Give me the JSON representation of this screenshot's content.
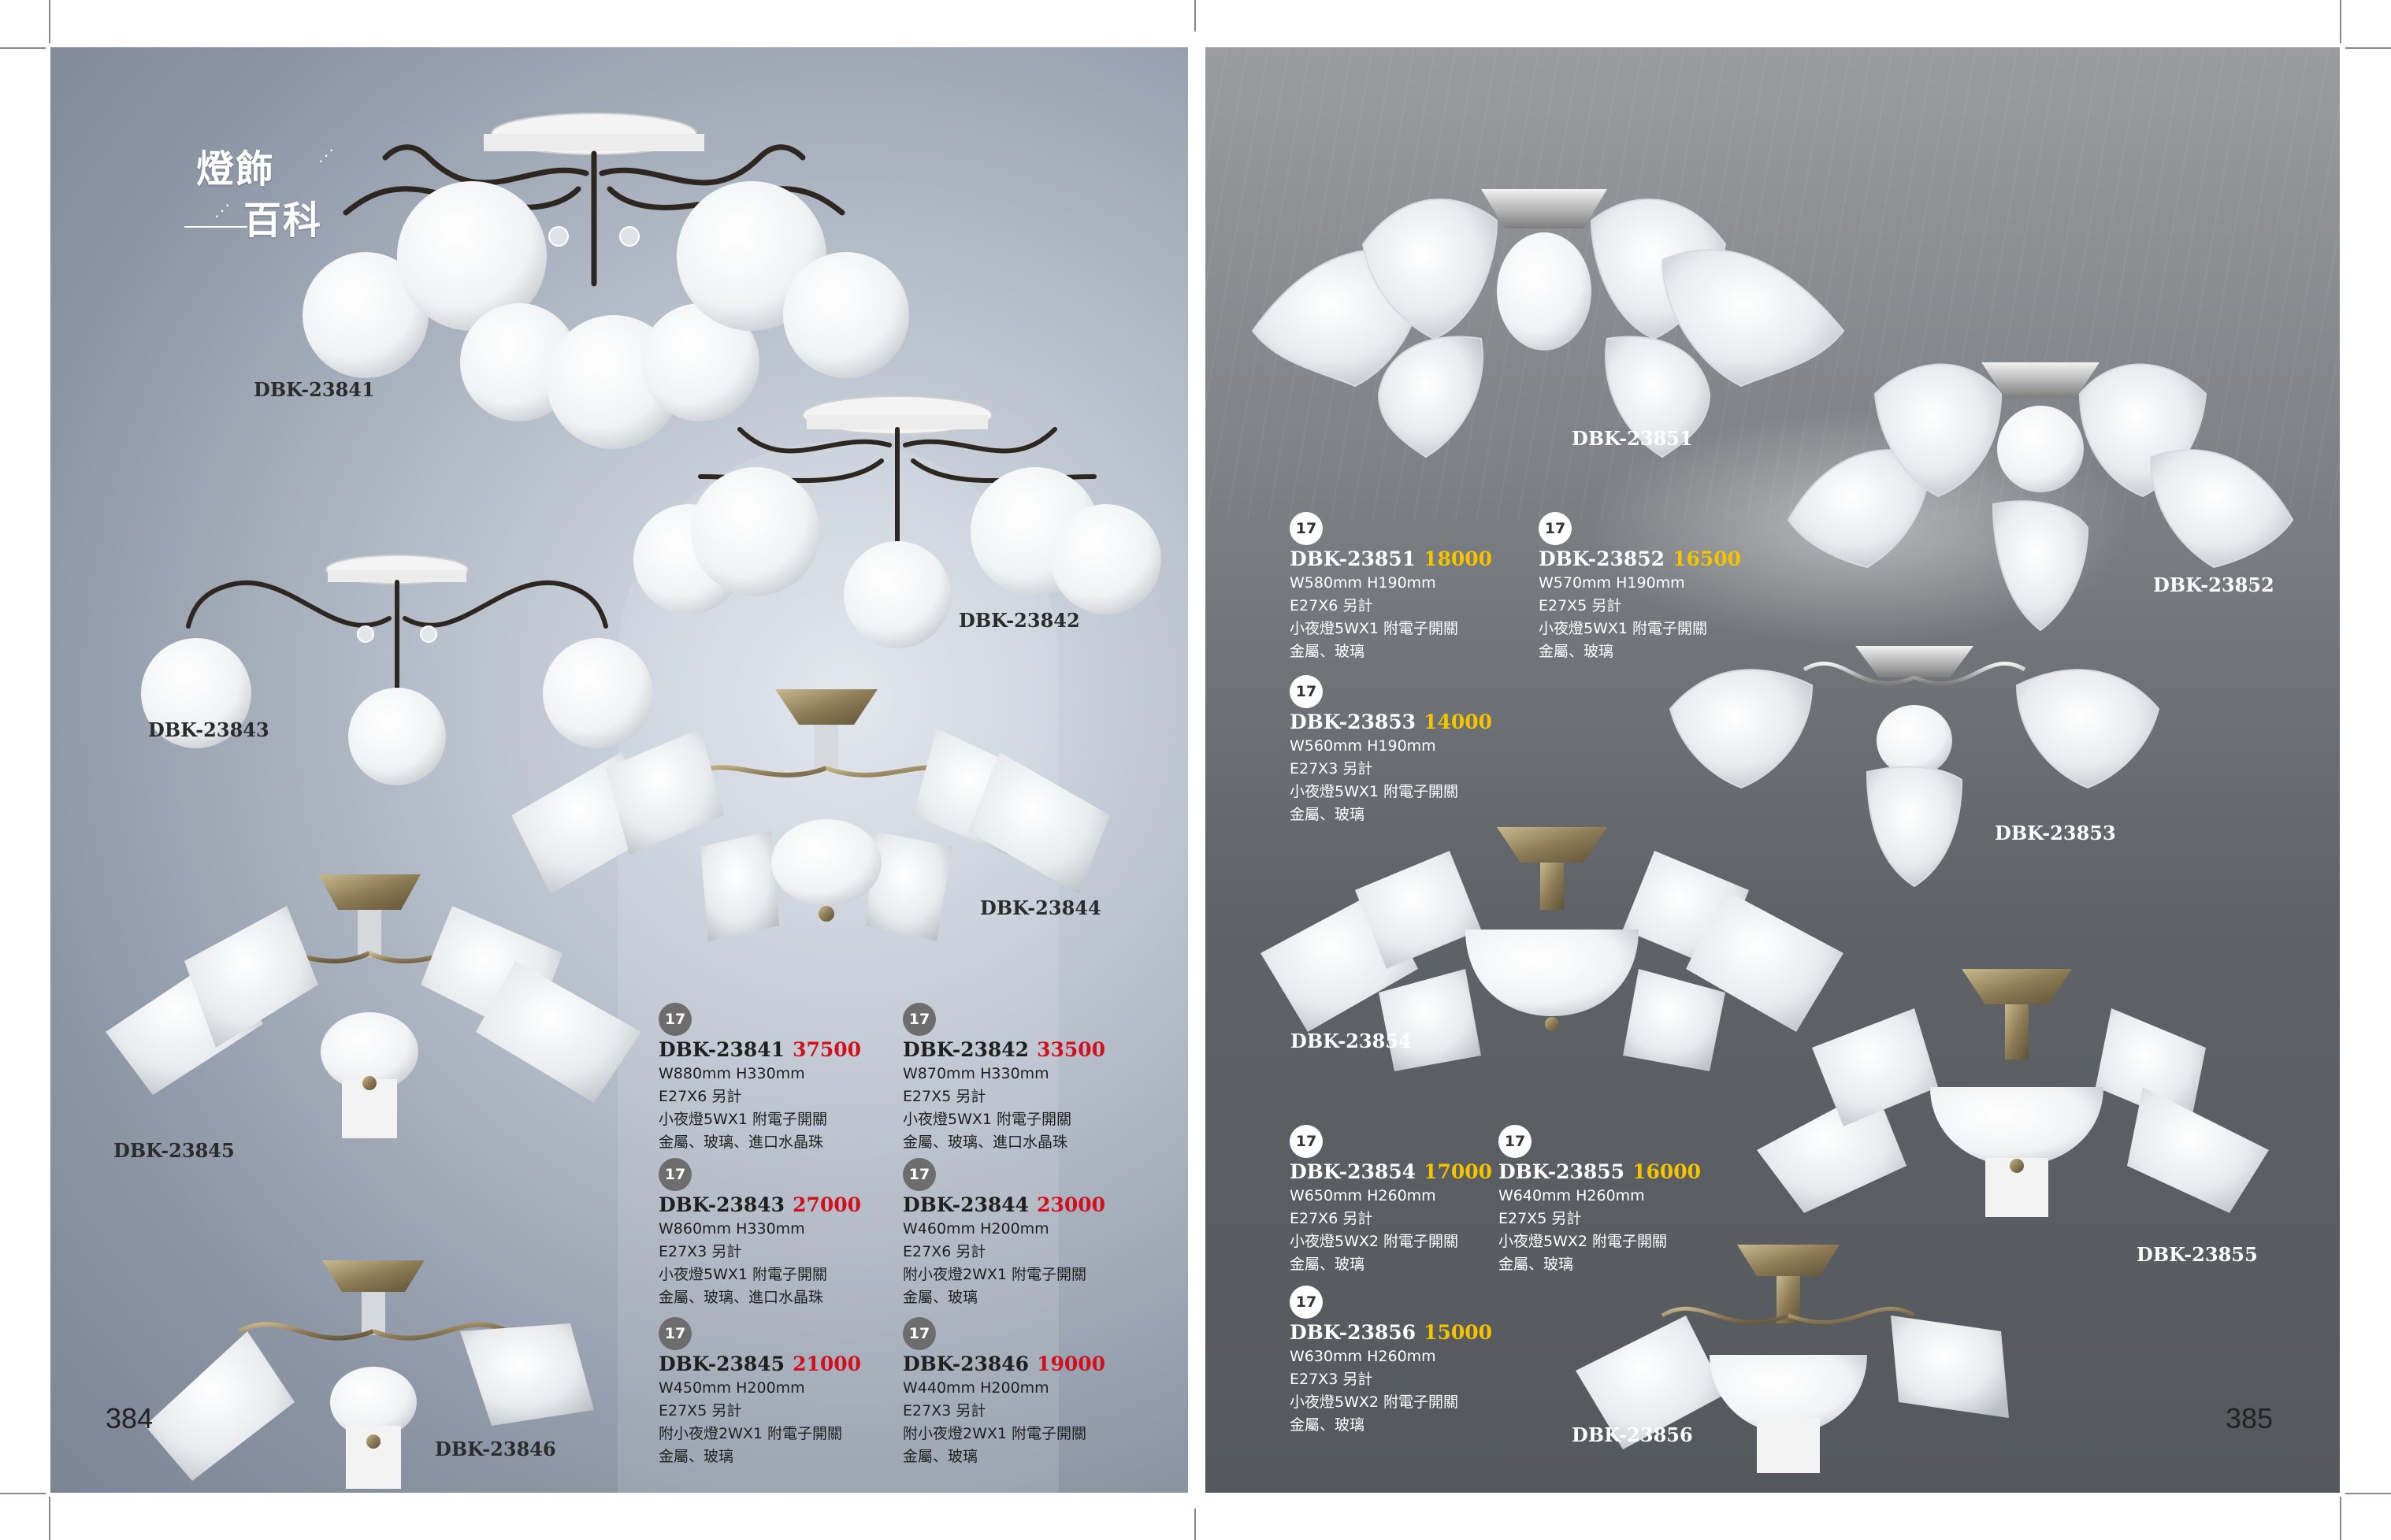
{
  "header_logo": {
    "line1": "燈飾",
    "line2": "百科"
  },
  "pages": {
    "left_number": "384",
    "right_number": "385"
  },
  "image_labels": {
    "l1": "DBK-23841",
    "l2": "DBK-23842",
    "l3": "DBK-23843",
    "l4": "DBK-23844",
    "l5": "DBK-23845",
    "l6": "DBK-23846",
    "r1": "DBK-23851",
    "r2": "DBK-23852",
    "r3": "DBK-23853",
    "r4": "DBK-23854",
    "r5": "DBK-23855",
    "r6": "DBK-23856"
  },
  "products": {
    "p23841": {
      "badge": "17",
      "model": "DBK-23841",
      "price": "37500",
      "size": "W880mm H330mm",
      "bulb": "E27X6 另計",
      "night": "小夜燈5WX1 附電子開關",
      "material": "金屬、玻璃、進口水晶珠"
    },
    "p23842": {
      "badge": "17",
      "model": "DBK-23842",
      "price": "33500",
      "size": "W870mm H330mm",
      "bulb": "E27X5 另計",
      "night": "小夜燈5WX1 附電子開關",
      "material": "金屬、玻璃、進口水晶珠"
    },
    "p23843": {
      "badge": "17",
      "model": "DBK-23843",
      "price": "27000",
      "size": "W860mm H330mm",
      "bulb": "E27X3 另計",
      "night": "小夜燈5WX1 附電子開關",
      "material": "金屬、玻璃、進口水晶珠"
    },
    "p23844": {
      "badge": "17",
      "model": "DBK-23844",
      "price": "23000",
      "size": "W460mm H200mm",
      "bulb": "E27X6 另計",
      "night": "附小夜燈2WX1 附電子開關",
      "material": "金屬、玻璃"
    },
    "p23845": {
      "badge": "17",
      "model": "DBK-23845",
      "price": "21000",
      "size": "W450mm H200mm",
      "bulb": "E27X5 另計",
      "night": "附小夜燈2WX1 附電子開關",
      "material": "金屬、玻璃"
    },
    "p23846": {
      "badge": "17",
      "model": "DBK-23846",
      "price": "19000",
      "size": "W440mm H200mm",
      "bulb": "E27X3 另計",
      "night": "附小夜燈2WX1 附電子開關",
      "material": "金屬、玻璃"
    },
    "p23851": {
      "badge": "17",
      "model": "DBK-23851",
      "price": "18000",
      "size": "W580mm H190mm",
      "bulb": "E27X6 另計",
      "night": "小夜燈5WX1 附電子開關",
      "material": "金屬、玻璃"
    },
    "p23852": {
      "badge": "17",
      "model": "DBK-23852",
      "price": "16500",
      "size": "W570mm H190mm",
      "bulb": "E27X5 另計",
      "night": "小夜燈5WX1 附電子開關",
      "material": "金屬、玻璃"
    },
    "p23853": {
      "badge": "17",
      "model": "DBK-23853",
      "price": "14000",
      "size": "W560mm H190mm",
      "bulb": "E27X3 另計",
      "night": "小夜燈5WX1 附電子開關",
      "material": "金屬、玻璃"
    },
    "p23854": {
      "badge": "17",
      "model": "DBK-23854",
      "price": "17000",
      "size": "W650mm H260mm",
      "bulb": "E27X6 另計",
      "night": "小夜燈5WX2 附電子開關",
      "material": "金屬、玻璃"
    },
    "p23855": {
      "badge": "17",
      "model": "DBK-23855",
      "price": "16000",
      "size": "W640mm H260mm",
      "bulb": "E27X5 另計",
      "night": "小夜燈5WX2 附電子開關",
      "material": "金屬、玻璃"
    },
    "p23856": {
      "badge": "17",
      "model": "DBK-23856",
      "price": "15000",
      "size": "W630mm H260mm",
      "bulb": "E27X3 另計",
      "night": "小夜燈5WX2 附電子開關",
      "material": "金屬、玻璃"
    }
  },
  "colors": {
    "price_left": "#d0101e",
    "price_right": "#f5c400",
    "left_bg": "#a9b1bd",
    "right_bg": "#6a6d71"
  }
}
